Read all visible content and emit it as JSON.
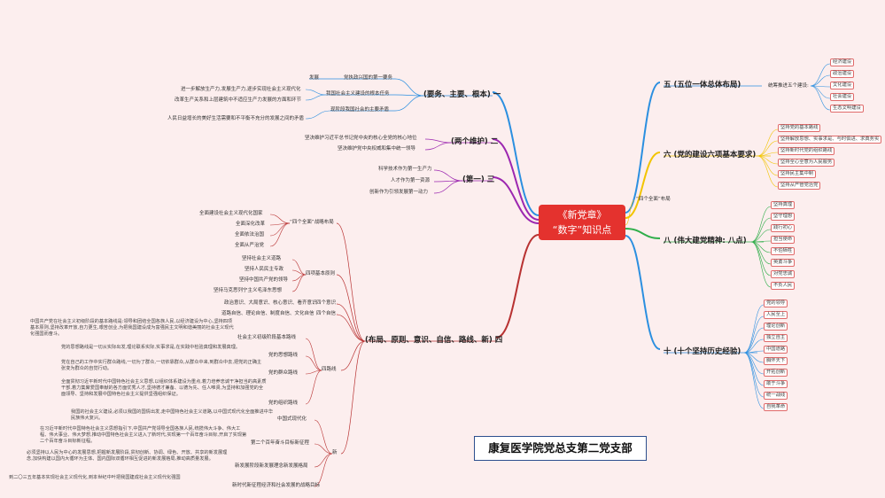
{
  "center": {
    "line1": "《新党章》",
    "line2": "“数字”知识点"
  },
  "footer": "康复医学院党总支第二党支部",
  "colors": {
    "center": "#e4322e",
    "blue": "#2b8fe0",
    "purple": "#9c27b0",
    "yellow": "#f2c400",
    "green": "#2fae4a",
    "red": "#b83232"
  },
  "branches": {
    "b1": {
      "title": "(要务、主要、根本) 一",
      "items": [
        "发展",
        "党执政兴国的第一要务",
        "进一步解放生产力,发展生产力,逐步实现社会主义现代化",
        "我国社会主义建设的根本任务",
        "改革生产关系和上层建筑中不适应生产力发展的方面和环节",
        "现阶段我国社会的主要矛盾",
        "人民日益增长的美好生活需要和不平衡不充分的发展之间的矛盾"
      ]
    },
    "b2": {
      "title": "(两个维护) 二",
      "items": [
        "坚决维护习近平总书记党中央的核心全党的核心地位",
        "坚决维护党中央权威和集中统一领导"
      ]
    },
    "b3": {
      "title": "(第一) 三",
      "items": [
        "科学技术作为第一生产力",
        "人才作为第一资源",
        "创新作为引领发展第一动力"
      ]
    },
    "b4": {
      "title": "(布局、原则、意识、自信、路线、新) 四",
      "quanmian_label": "“四个全面”战略布局",
      "quanmian": [
        "全面建设社会主义现代化国家",
        "全面深化改革",
        "全面依法治国",
        "全面从严治党"
      ],
      "principles_label": "四项基本原则",
      "principles": [
        "坚持社会主义道路",
        "坚持人民民主专政",
        "坚持中国共产党的领导",
        "坚持马克思列宁主义毛泽东思想"
      ],
      "yishi_label": "四个意识",
      "yishi": "政治意识、大局意识、核心意识、看齐意识",
      "zixin_label": "四个自信",
      "zixin": "道路自信、理论自信、制度自信、文化自信",
      "luxian_label": "四路线",
      "jiben_label": "社会主义初级阶段基本路线",
      "jiben": "中国共产党在社会主义初级阶段的基本路线是:领导和团结全国各族人民,以经济建设为中心,坚持四项基本原则,坚持改革开放,自力更生,艰苦创业,为把我国建设成为富强民主文明和谐美丽的社会主义现代化强国而奋斗。",
      "sixiang_label": "党的思想路线",
      "sixiang": "党的思想路线是一切从实际出发,理论联系实际,实事求是,在实践中检验真理和发展真理。",
      "qunzhong_label": "党的群众路线",
      "qunzhong": "党在自己的工作中实行群众路线,一切为了群众,一切依靠群众,从群众中来,到群众中去,把党的正确主张变为群众的自觉行动。",
      "zuzhi_label": "党的组织路线",
      "zuzhi": "全面贯彻习近平新时代中国特色社会主义思想,以组织体系建设为重点,着力培养忠诚干净担当的高素质干部,着力集聚爱国奉献的各方面优秀人才,坚持德才兼备、以德为先、任人唯贤,为坚持和加强党的全面领导、坚持和发展中国特色社会主义提供坚强组织保证。",
      "xin_label": "新",
      "modern_label": "中国式现代化",
      "modern": "我国的社会主义建设,必须以我国的国情出发,走中国特色社会主义道路,以中国式现代化全面推进中华民族伟大复兴。",
      "bainian_label": "第二个百年奋斗目标新征程",
      "bainian": "在习近平新时代中国特色社会主义思想指引下,中国共产党领导全国各族人民,统揽伟大斗争、伟大工程、伟大事业、伟大梦想,推动中国特色社会主义进入了新时代,实现第一个百年奋斗目标,开启了实现第二个百年奋斗目标新征程。",
      "geju_label": "新发展阶段新发展理念新发展格局",
      "geju": "必须坚持以人民为中心的发展思想,把握新发展阶段,贯彻创新、协调、绿色、开放、共享的新发展理念,加快构建以国内大循环为主体、国内国际双循环相互促进的新发展格局,推动高质量发展。",
      "mubiao_label": "新时代新征程经济和社会发展的战略目标",
      "mubiao": "到二〇三五年基本实现社会主义现代化,到本世纪中叶把我国建成社会主义现代化强国"
    },
    "b5": {
      "title": "五 (五位一体总体布局)",
      "sub": "统筹推进五个建设:",
      "items": [
        "经济建设",
        "政治建设",
        "文化建设",
        "社会建设",
        "生态文明建设"
      ]
    },
    "b6": {
      "title": "六 (党的建设六项基本要求)",
      "items": [
        "坚持党的基本路线",
        "坚持解放思想、实事求是、与时俱进、求真务实",
        "坚持新时代党的组织路线",
        "坚持全心全意为人民服务",
        "坚持民主集中制",
        "坚持从严管党治党"
      ]
    },
    "b6b": {
      "title": "“四个全面”布局"
    },
    "b8": {
      "title": "八 (伟大建党精神: 八点)",
      "items": [
        "坚持真理",
        "坚守理想",
        "践行初心",
        "担当使命",
        "不怕牺牲",
        "英勇斗争",
        "对党忠诚",
        "不负人民"
      ]
    },
    "b10": {
      "title": "十 (十个坚持历史经验)",
      "items": [
        "党的领导",
        "人民至上",
        "理论创新",
        "独立自主",
        "中国道路",
        "胸怀天下",
        "开拓创新",
        "敢于斗争",
        "统一战线",
        "自我革命"
      ]
    }
  }
}
